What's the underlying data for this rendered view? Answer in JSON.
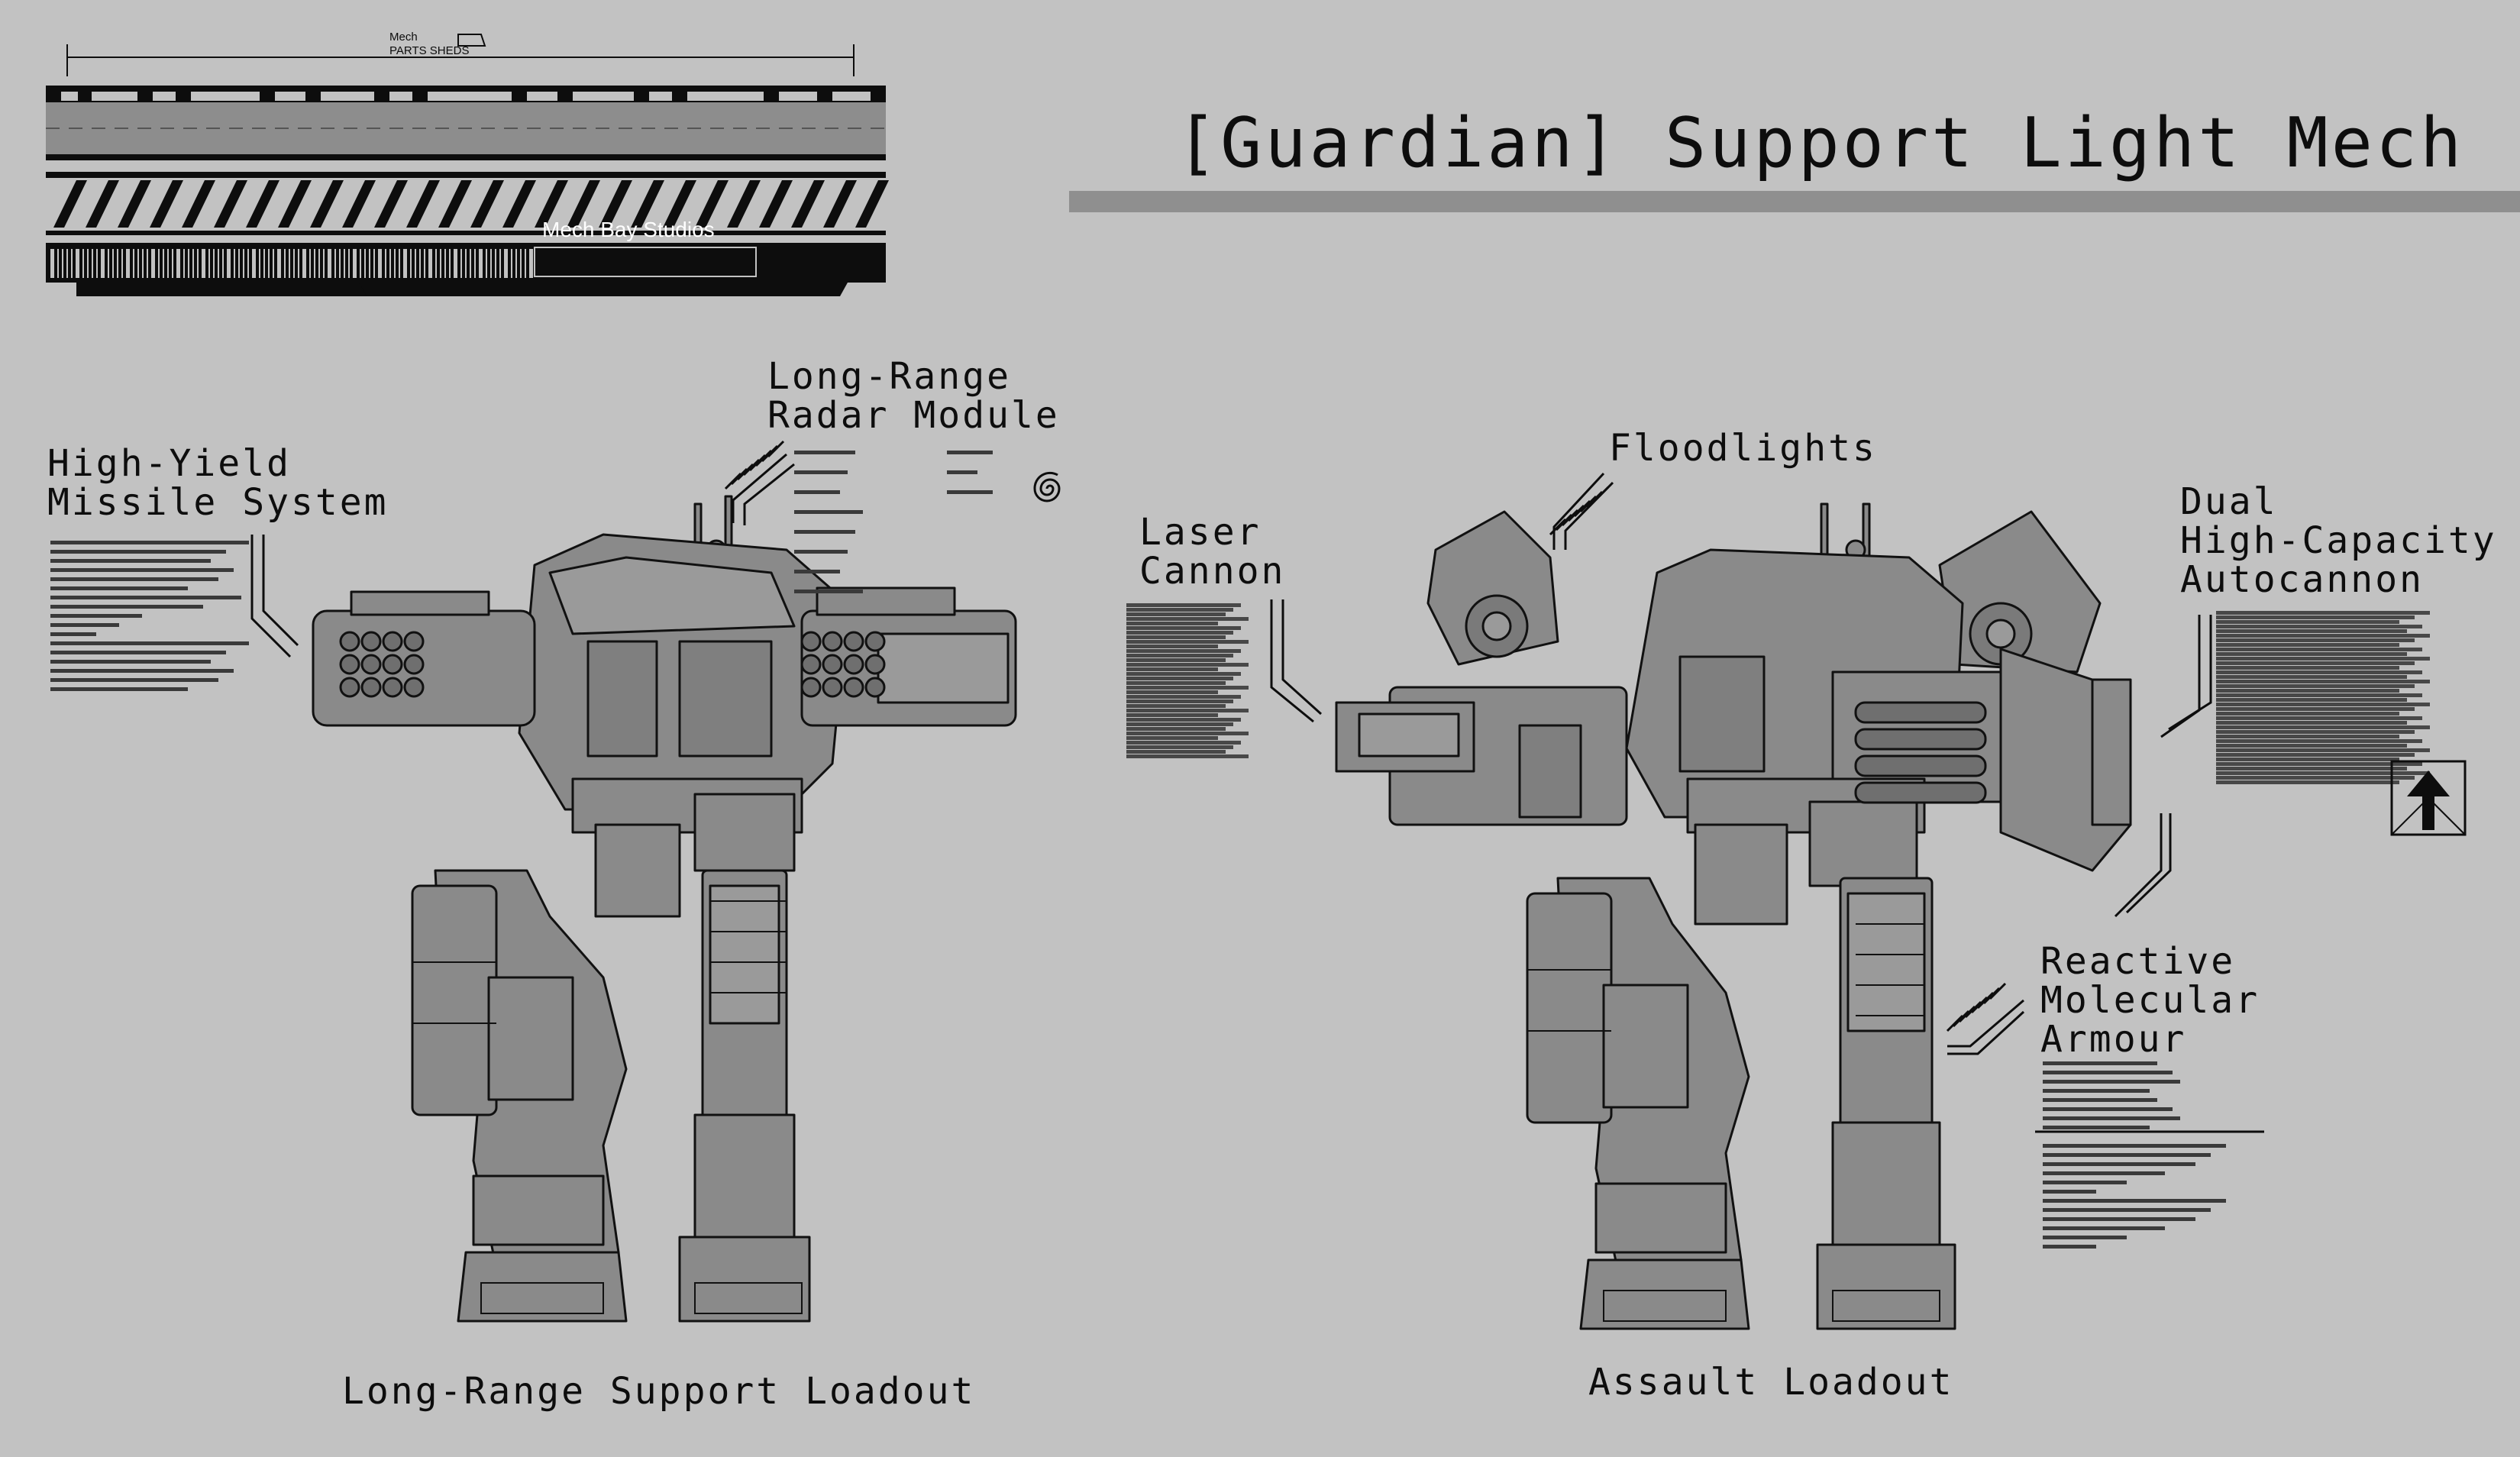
{
  "header_logo": {
    "dim_top_label": "Mech",
    "dim_sub_label": "PARTS SHEDS",
    "studio_name": "Mech Bay Studios"
  },
  "title": "[Guardian] Support Light Mech",
  "callouts": {
    "missile": "High-Yield\nMissile System",
    "radar": "Long-Range\nRadar Module",
    "laser": "Laser\nCannon",
    "floodlights": "Floodlights",
    "autocannon": "Dual\nHigh-Capacity\nAutocannon",
    "armour": "Reactive\nMolecular\nArmour"
  },
  "captions": {
    "left": "Long-Range Support Loadout",
    "right": "Assault Loadout"
  },
  "colors": {
    "background": "#c2c2c2",
    "ink": "#0d0d0d",
    "mech_fill": "#8a8a8a",
    "title_bar": "#8f8f8f"
  },
  "icons": {
    "spiral": "spiral-emblem-icon",
    "arrow": "up-arrow-emblem-icon"
  }
}
